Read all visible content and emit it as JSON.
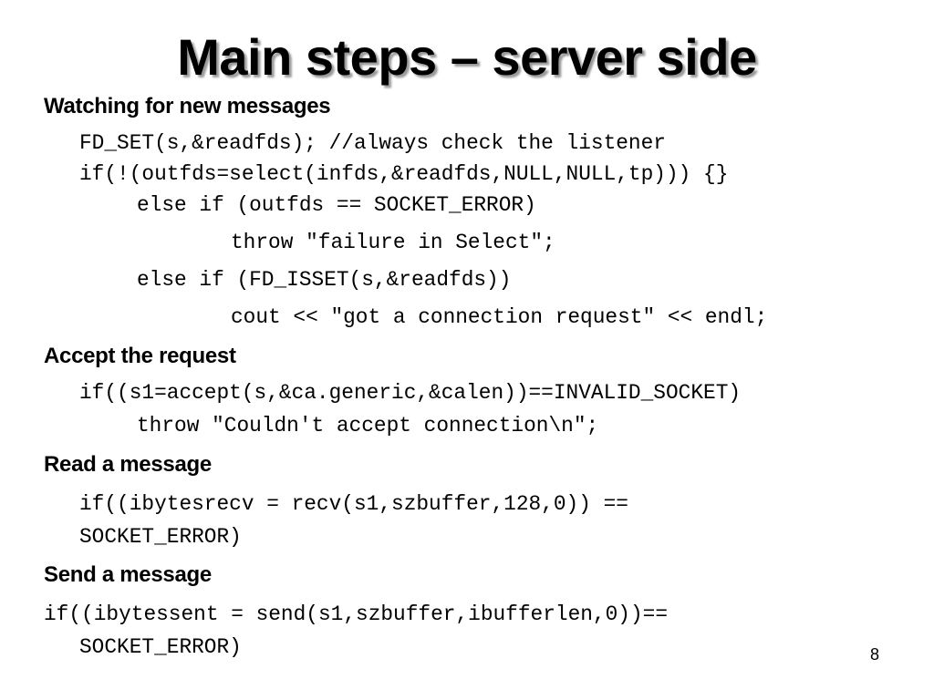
{
  "title": "Main steps – server side",
  "sections": {
    "watching": {
      "heading": "Watching for new messages",
      "lines": [
        "FD_SET(s,&readfds); //always check the listener",
        "if(!(outfds=select(infds,&readfds,NULL,NULL,tp))) {}",
        "else if (outfds == SOCKET_ERROR)",
        "throw \"failure in Select\";",
        "else if (FD_ISSET(s,&readfds))",
        "cout << \"got a connection request\" << endl;"
      ]
    },
    "accept": {
      "heading": "Accept the request",
      "lines": [
        "if((s1=accept(s,&ca.generic,&calen))==INVALID_SOCKET)",
        "throw \"Couldn't accept connection\\n\";"
      ]
    },
    "read": {
      "heading": "Read a message",
      "lines": [
        "if((ibytesrecv = recv(s1,szbuffer,128,0)) ==",
        "SOCKET_ERROR)"
      ]
    },
    "send": {
      "heading": "Send a message",
      "lines": [
        "if((ibytessent = send(s1,szbuffer,ibufferlen,0))==",
        "SOCKET_ERROR)"
      ]
    }
  },
  "page_number": "8"
}
